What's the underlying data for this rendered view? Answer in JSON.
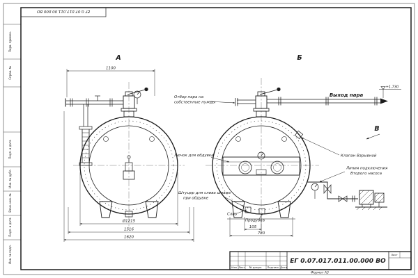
{
  "sheet": {
    "stamp_inverted": "ЕГ 0.07.017.011.00.000 ВО",
    "format_label": "Формат А3"
  },
  "title_block": {
    "drawing_number": "ЕГ 0.07.017.011.00.000 ВО",
    "columns": [
      "Изм",
      "Лист",
      "№ докум.",
      "Подпись",
      "Дата"
    ],
    "sheet_label": "Лист"
  },
  "left_margin": {
    "labels": [
      "Перв. примен.",
      "Справ. №",
      "Подп. и дата",
      "Инв. № дубл.",
      "Взам. инв. №",
      "Подп. и дата",
      "Инв. № подл."
    ]
  },
  "views": {
    "a": "А",
    "b": "Б",
    "v": "В"
  },
  "annotations": {
    "steam_outlet": "Выход пара",
    "elevation": "+1,730",
    "steam_tap_1": "Отбор пара на",
    "steam_tap_2": "собственные нужды",
    "explosion_valve": "Клапан Взрывной",
    "pump_line_1": "Линия подключения",
    "pump_line_2": "Второго насоса",
    "blow_hatch": "Лючок для обдувки",
    "sludge_1": "Штуцер для слива шлама",
    "sludge_2": "при обдувке",
    "drain": "Слив",
    "blowdown": "Продувка"
  },
  "dimensions": {
    "a_top": "1100",
    "a_diameter": "Ø1215",
    "a_width_1": "1516",
    "a_width_2": "1620",
    "b_offset": "105",
    "b_span": "780"
  }
}
